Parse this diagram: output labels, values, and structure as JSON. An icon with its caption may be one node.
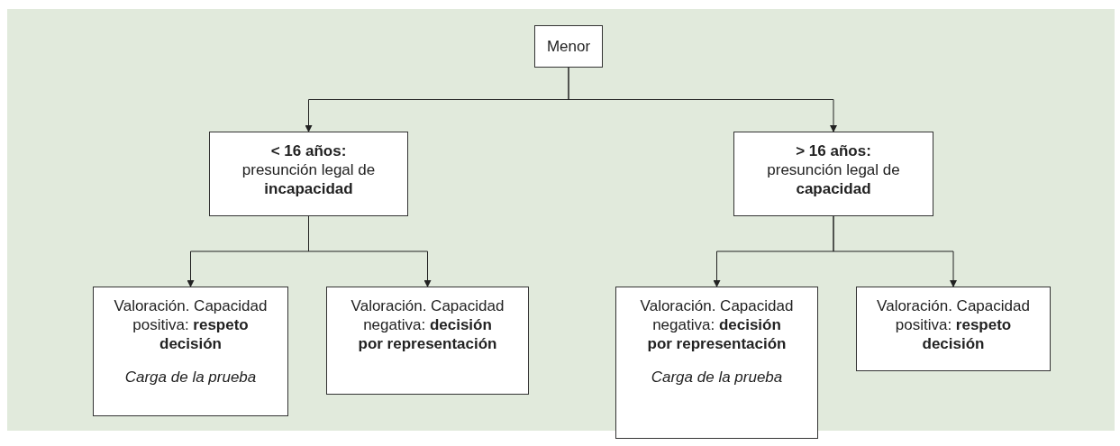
{
  "diagram": {
    "nodes": [
      {
        "text": [
          "Menor"
        ]
      },
      {
        "text": [
          "< 16 años:",
          "presunción legal de **incapacidad**"
        ]
      },
      {
        "text": [
          "> 16 años:",
          "presunción legal de **capacidad**"
        ]
      },
      {
        "text": [
          "Valoración. Capacidad positiva: **respeto decisión**",
          "Carga de la prueba"
        ]
      },
      {
        "text": [
          "Valoración. Capacidad negativa: **decisión por representación**"
        ]
      },
      {
        "text": [
          "Valoración. Capacidad negativa: **decisión por representación**",
          "Carga de la prueba"
        ]
      },
      {
        "text": [
          "Valoración. Capacidad positiva: **respeto decisión**"
        ]
      }
    ],
    "edges": [
      {
        "from": 0,
        "to": 1,
        "arrow": "to"
      },
      {
        "from": 0,
        "to": 2,
        "arrow": "to"
      },
      {
        "from": 1,
        "to": 3,
        "arrow": "to"
      },
      {
        "from": 1,
        "to": 4,
        "arrow": "to"
      },
      {
        "from": 2,
        "to": 5,
        "arrow": "to"
      },
      {
        "from": 2,
        "to": 6,
        "arrow": "to"
      }
    ]
  }
}
